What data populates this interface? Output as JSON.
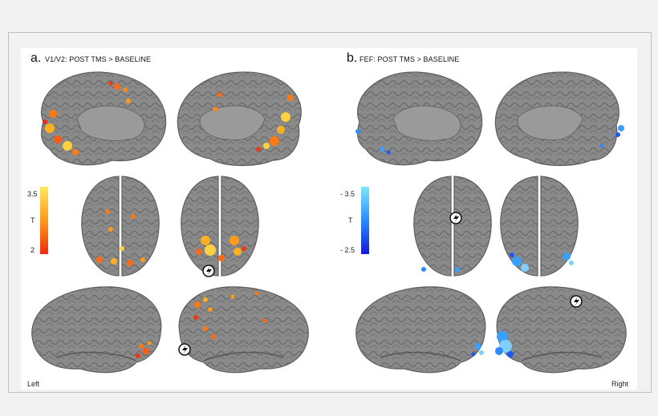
{
  "panel_a": {
    "label": "a.",
    "title": "V1/V2: POST TMS > BASELINE",
    "colorbar": {
      "max": "3.5",
      "mid": "T",
      "min": "2",
      "colors": [
        "#ffe85a",
        "#ff9a1a",
        "#ee2a0f"
      ]
    }
  },
  "panel_b": {
    "label": "b.",
    "title": "FEF: POST TMS > BASELINE",
    "colorbar": {
      "max": "- 3.5",
      "mid": "T",
      "min": "- 2.5",
      "colors": [
        "#7fe7ff",
        "#2a8cff",
        "#1218d8"
      ]
    }
  },
  "footer": {
    "left": "Left",
    "right": "Right"
  },
  "colors": {
    "cortex": "#8a8a8a",
    "sulci": "#5c5c5c",
    "warm": "#ff7a10",
    "cool": "#2a8cff"
  }
}
